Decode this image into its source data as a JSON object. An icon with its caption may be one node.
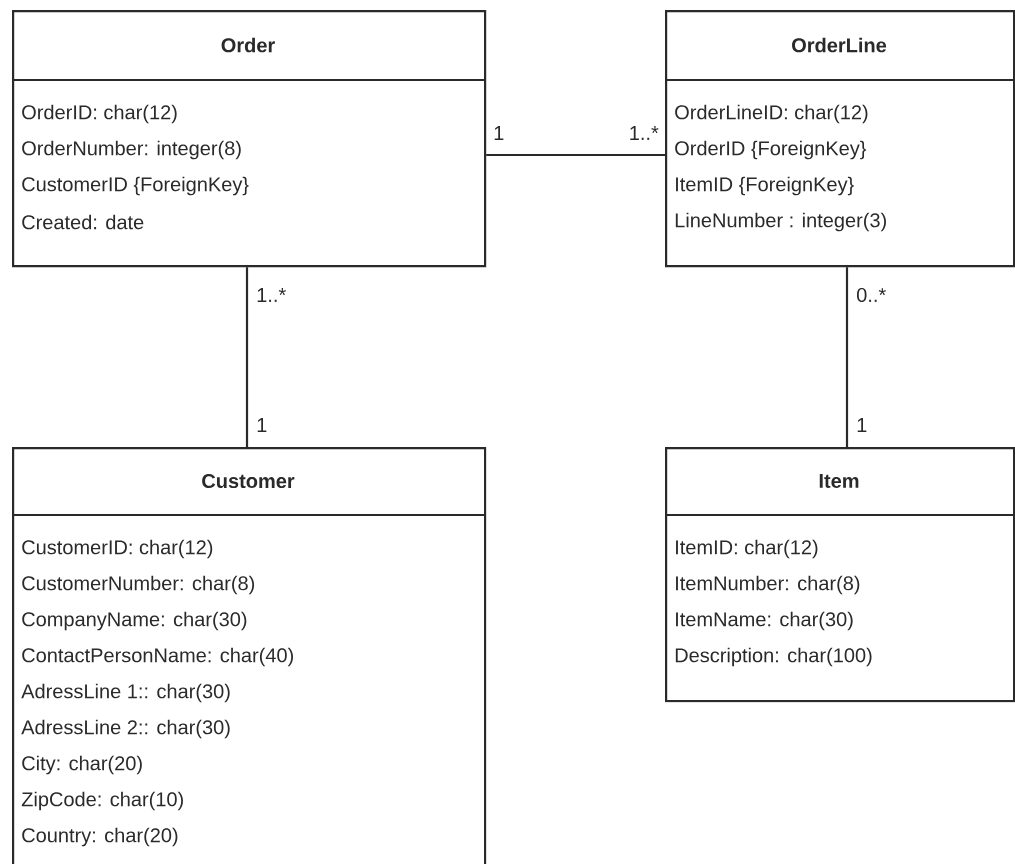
{
  "diagram": {
    "nodes": [
      {
        "text": [
          "Order",
          "OrderID: char(12)",
          "OrderNumber: integer(8)",
          "CustomerID {ForeignKey}",
          "Created: date"
        ]
      },
      {
        "text": [
          "OrderLine",
          "OrderLineID: char(12)",
          "OrderID {ForeignKey}",
          "ItemID {ForeignKey}",
          "LineNumber : integer(3)"
        ]
      },
      {
        "text": [
          "Customer",
          "CustomerID: char(12)",
          "CustomerNumber: char(8)",
          "CompanyName: char(30)",
          "ContactPersonName: char(40)",
          "AdressLine 1:: char(30)",
          "AdressLine 2:: char(30)",
          "City: char(20)",
          "ZipCode: char(10)",
          "Country: char(20)"
        ]
      },
      {
        "text": [
          "Item",
          "ItemID: char(12)",
          "ItemNumber: char(8)",
          "ItemName: char(30)",
          "Description: char(100)"
        ]
      }
    ],
    "edges": [
      {
        "from": 0,
        "to": 1,
        "arrow": "none"
      },
      {
        "from": 0,
        "to": 2,
        "arrow": "none"
      },
      {
        "from": 1,
        "to": 3,
        "arrow": "none"
      }
    ],
    "labels": [
      "1",
      "1..*",
      "1..*",
      "0..*",
      "1",
      "1"
    ]
  }
}
